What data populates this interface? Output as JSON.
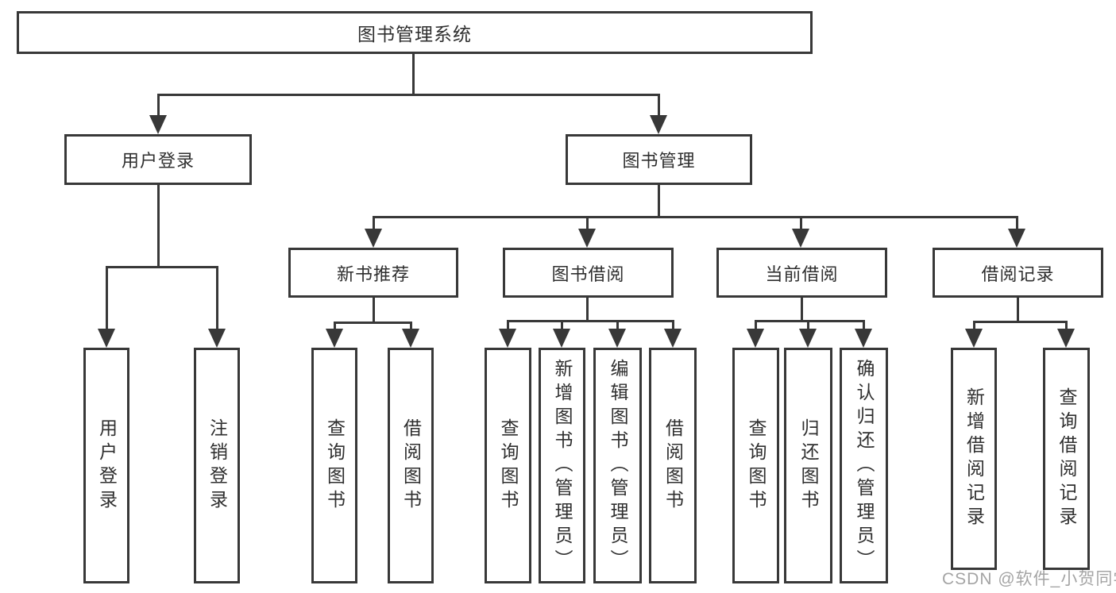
{
  "colors": {
    "line": "#383838",
    "text": "#2f2f2f",
    "background": "#ffffff",
    "watermark": "#949494"
  },
  "watermark": {
    "text": "CSDN @软件_小贺同学"
  },
  "tree": {
    "root": {
      "label": "图书管理系统",
      "children": [
        {
          "label": "用户登录",
          "children": [
            {
              "label": "用户登录"
            },
            {
              "label": "注销登录"
            }
          ]
        },
        {
          "label": "图书管理",
          "children": [
            {
              "label": "新书推荐",
              "children": [
                {
                  "label": "查询图书"
                },
                {
                  "label": "借阅图书"
                }
              ]
            },
            {
              "label": "图书借阅",
              "children": [
                {
                  "label": "查询图书"
                },
                {
                  "label": "新增图书（管理员）"
                },
                {
                  "label": "编辑图书（管理员）"
                },
                {
                  "label": "借阅图书"
                }
              ]
            },
            {
              "label": "当前借阅",
              "children": [
                {
                  "label": "查询图书"
                },
                {
                  "label": "归还图书"
                },
                {
                  "label": "确认归还（管理员）"
                }
              ]
            },
            {
              "label": "借阅记录",
              "children": [
                {
                  "label": "新增借阅记录"
                },
                {
                  "label": "查询借阅记录"
                }
              ]
            }
          ]
        }
      ]
    }
  }
}
